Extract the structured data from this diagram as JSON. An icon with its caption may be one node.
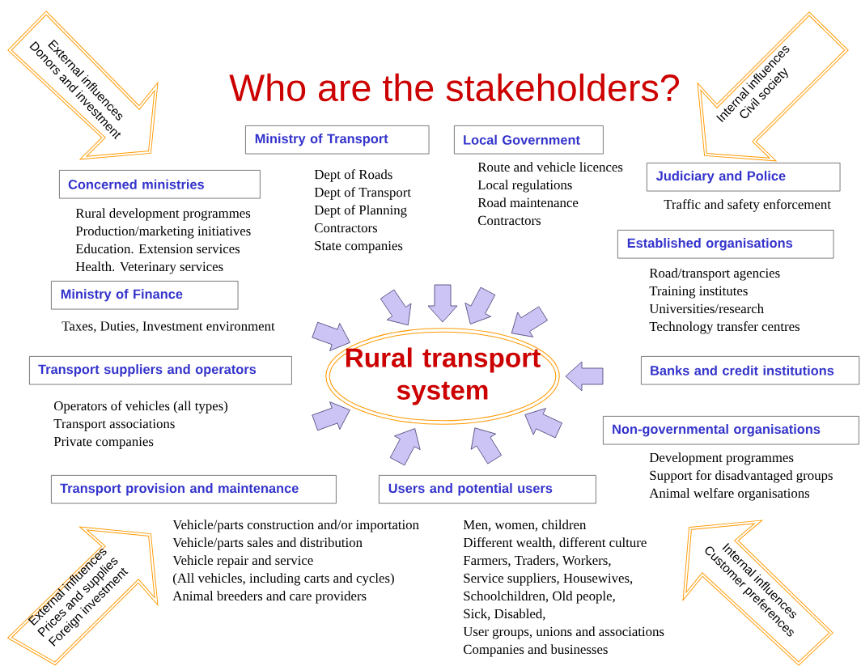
{
  "diagram": {
    "title": "Who are the stakeholders?",
    "nodes": [
      {
        "text": [
          "External influences",
          "Donors and investment"
        ]
      },
      {
        "text": [
          "Internal influences",
          "Civil society"
        ]
      },
      {
        "text": [
          "Ministry of Transport"
        ],
        "beside": [
          "Dept of Roads",
          "Dept of Transport",
          "Dept of Planning",
          "Contractors",
          "State companies"
        ]
      },
      {
        "text": [
          "Local Government"
        ],
        "beside": [
          "Route and vehicle licences",
          "Local regulations",
          "Road maintenance",
          "Contractors"
        ]
      },
      {
        "text": [
          "Concerned ministries"
        ],
        "beside": [
          "Rural development programmes",
          "Production/marketing initiatives",
          "Education. Extension services",
          "Health. Veterinary services"
        ]
      },
      {
        "text": [
          "Judiciary and Police"
        ],
        "beside": [
          "Traffic and safety enforcement"
        ]
      },
      {
        "text": [
          "Established organisations"
        ],
        "beside": [
          "Road/transport agencies",
          "Training institutes",
          "Universities/research",
          "Technology transfer centres"
        ]
      },
      {
        "text": [
          "Ministry of Finance"
        ],
        "beside": [
          "Taxes, Duties, Investment environment"
        ]
      },
      {
        "text": [
          "Rural transport system"
        ]
      },
      {
        "text": [
          "Transport suppliers and operators"
        ],
        "beside": [
          "Operators of vehicles (all types)",
          "Transport associations",
          "Private companies"
        ]
      },
      {
        "text": [
          "Banks and credit institutions"
        ]
      },
      {
        "text": [
          "Non-governmental organisations"
        ],
        "beside": [
          "Development programmes",
          "Support for disadvantaged groups",
          "Animal welfare organisations"
        ]
      },
      {
        "text": [
          "Transport provision and maintenance"
        ],
        "beside": [
          "Vehicle/parts construction and/or importation",
          "Vehicle/parts sales and distribution",
          "Vehicle repair and service",
          "(All vehicles, including carts and cycles)",
          "Animal breeders and care providers"
        ]
      },
      {
        "text": [
          "Users and potential users"
        ],
        "beside": [
          "Men, women, children",
          "Different wealth, different culture",
          "Farmers, Traders, Workers,",
          "Service suppliers, Housewives,",
          "Schoolchildren, Old people,",
          "Sick, Disabled,",
          "User groups, unions and associations",
          "Companies and businesses"
        ]
      },
      {
        "text": [
          "External influences",
          "Prices and supplies",
          "Foreign investment"
        ]
      },
      {
        "text": [
          "Internal influences",
          "Customer preferences"
        ]
      }
    ],
    "edges": [
      {
        "from": null,
        "to": 8,
        "arrow": "to"
      },
      {
        "from": null,
        "to": 8,
        "arrow": "to"
      },
      {
        "from": null,
        "to": 8,
        "arrow": "to"
      },
      {
        "from": null,
        "to": 8,
        "arrow": "to"
      },
      {
        "from": null,
        "to": 8,
        "arrow": "to"
      },
      {
        "from": null,
        "to": 8,
        "arrow": "to"
      },
      {
        "from": null,
        "to": 8,
        "arrow": "to"
      },
      {
        "from": null,
        "to": 8,
        "arrow": "to"
      },
      {
        "from": null,
        "to": 8,
        "arrow": "to"
      },
      {
        "from": null,
        "to": 8,
        "arrow": "to"
      }
    ]
  }
}
